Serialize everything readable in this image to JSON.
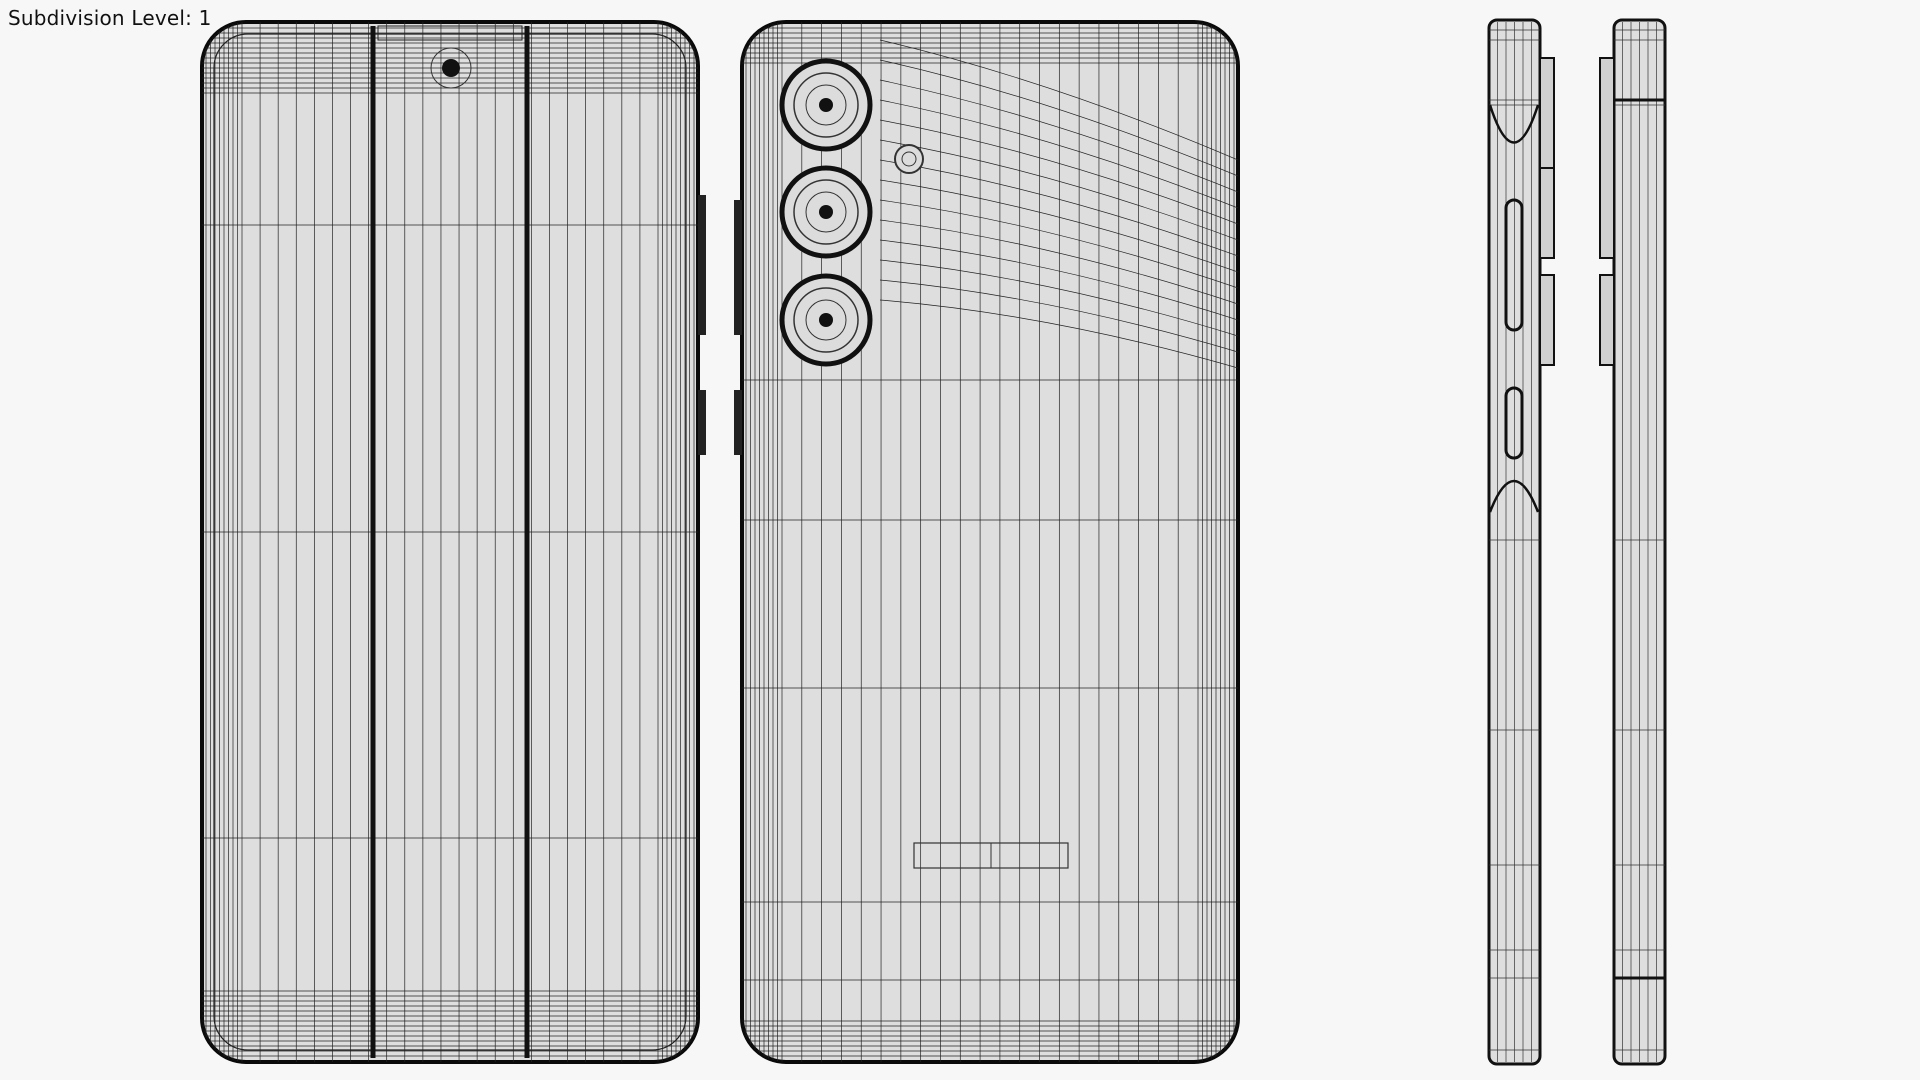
{
  "viewport": {
    "subdivision_label": "Subdivision Level: 1"
  },
  "views": [
    {
      "id": "front-view"
    },
    {
      "id": "back-view"
    },
    {
      "id": "side-view-buttons"
    },
    {
      "id": "side-view-plain"
    }
  ],
  "colors": {
    "background": "#f7f7f7",
    "body_fill": "#dedede",
    "wire": "#1a1a1a",
    "outline": "#0a0a0a"
  }
}
